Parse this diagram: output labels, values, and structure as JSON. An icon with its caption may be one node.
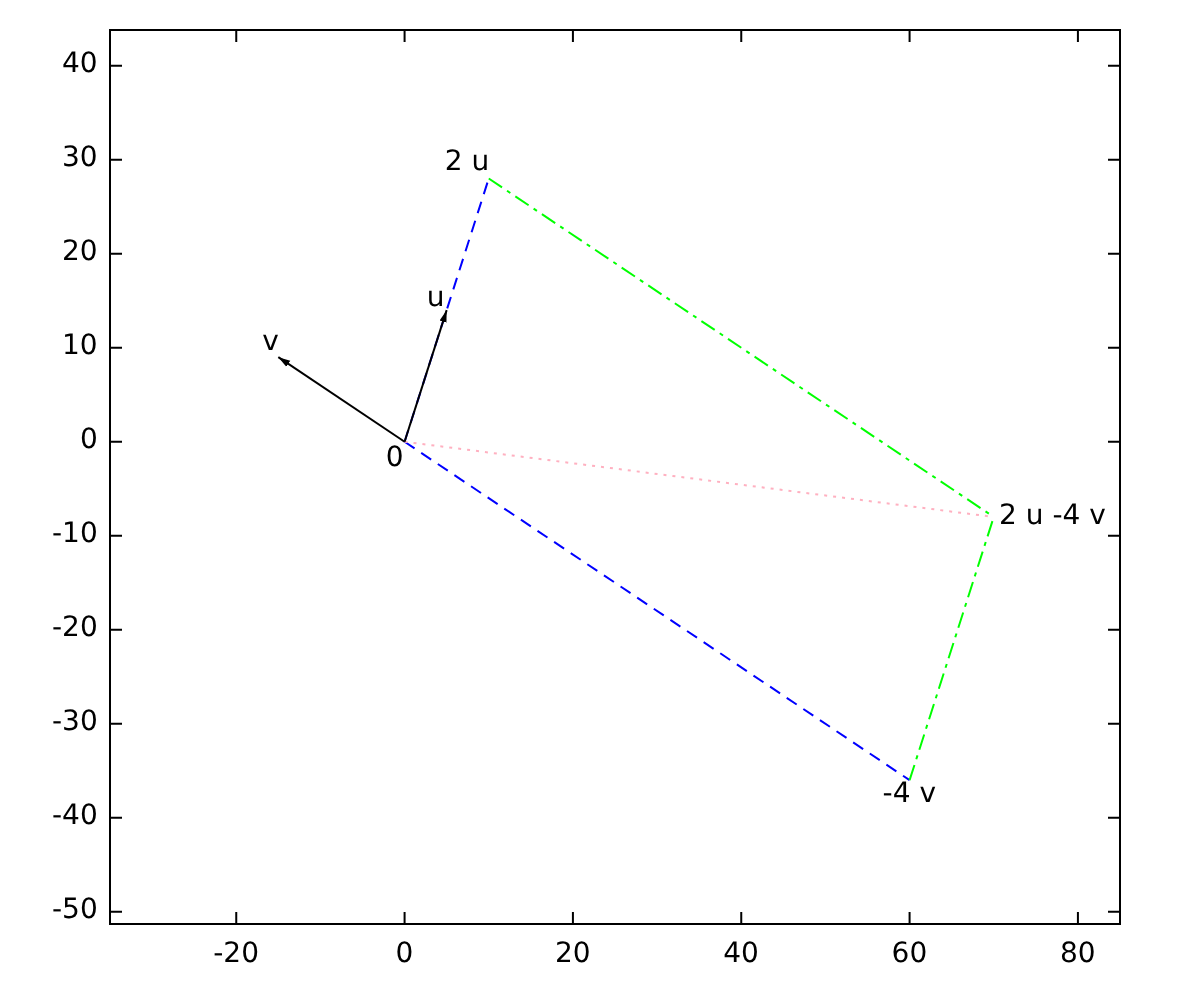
{
  "diagram": {
    "nodes": [
      {
        "text": [
          "0"
        ]
      },
      {
        "text": [
          "u"
        ]
      },
      {
        "text": [
          "v"
        ]
      },
      {
        "text": [
          "2 u"
        ]
      },
      {
        "text": [
          "-4 v"
        ]
      },
      {
        "text": [
          "2 u -4 v"
        ]
      }
    ],
    "edges": [
      {
        "from": 0,
        "to": 3,
        "arrow": "none",
        "style": "dashed",
        "color": "#0000ff"
      },
      {
        "from": 0,
        "to": 4,
        "arrow": "none",
        "style": "dashed",
        "color": "#0000ff"
      },
      {
        "from": 3,
        "to": 5,
        "arrow": "none",
        "style": "dashed",
        "color": "#00ff00"
      },
      {
        "from": 4,
        "to": 5,
        "arrow": "none",
        "style": "dashed",
        "color": "#00ff00"
      },
      {
        "from": 0,
        "to": 5,
        "arrow": "none",
        "style": "dashed",
        "color": "#ffb0c0"
      },
      {
        "from": 0,
        "to": 1,
        "arrow": "to",
        "color": "#000000"
      },
      {
        "from": 0,
        "to": 2,
        "arrow": "to",
        "color": "#000000"
      }
    ],
    "labels": [
      "40",
      "30",
      "20",
      "10",
      "0",
      "-10",
      "-20",
      "-30",
      "-40",
      "-50",
      "-20",
      "0",
      "20",
      "40",
      "60",
      "80"
    ]
  }
}
